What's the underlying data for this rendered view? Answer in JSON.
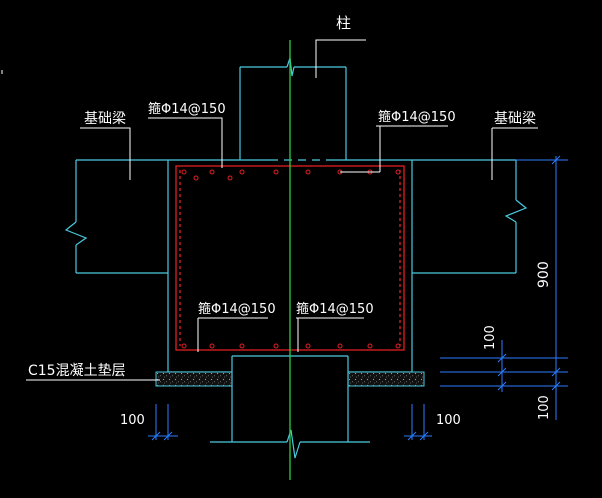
{
  "drawing": {
    "column_label": "柱",
    "foundation_beam_left": "基础梁",
    "foundation_beam_right": "基础梁",
    "rebar_top_left": "箍Φ14@150",
    "rebar_top_right": "箍Φ14@150",
    "rebar_bottom_left": "箍Φ14@150",
    "rebar_bottom_right": "箍Φ14@150",
    "cushion_label": "C15混凝土垫层",
    "dim_total_height": "900",
    "dim_cushion_right_top": "100",
    "dim_cushion_right_bottom": "100",
    "dim_cushion_left": "100",
    "dim_cushion_right": "100"
  },
  "colors": {
    "background": "#000000",
    "outline": "#49c9e0",
    "centerline": "#2ecc40",
    "rebar": "#e02020",
    "dimension": "#2b7cff",
    "leader": "#ffffff",
    "hatch": "#8a8f8a"
  }
}
